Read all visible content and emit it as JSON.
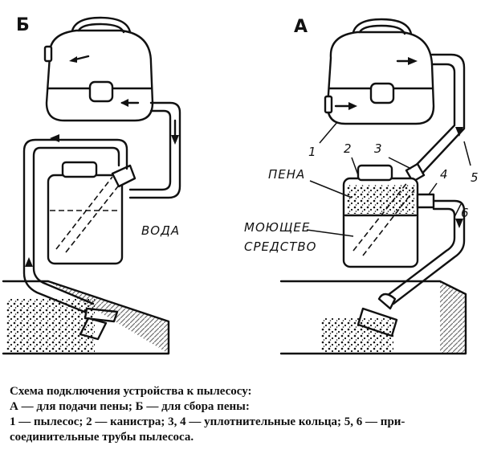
{
  "labels": {
    "variant_b": "Б",
    "variant_a": "А",
    "water": "ВОДА",
    "foam": "ПЕНА",
    "detergent_line1": "МОЮЩЕЕ",
    "detergent_line2": "СРЕДСТВО",
    "n1": "1",
    "n2": "2",
    "n3": "3",
    "n4": "4",
    "n5": "5",
    "n6": "6"
  },
  "caption": {
    "line1": "Схема подключения устройства к пылесосу:",
    "line2": "А — для подачи пены; Б — для сбора пены:",
    "line3": "1 — пылесос; 2 — канистра; 3, 4 — уплотнительные кольца; 5, 6 — при-",
    "line4": "соединительные трубы пылесоса."
  }
}
